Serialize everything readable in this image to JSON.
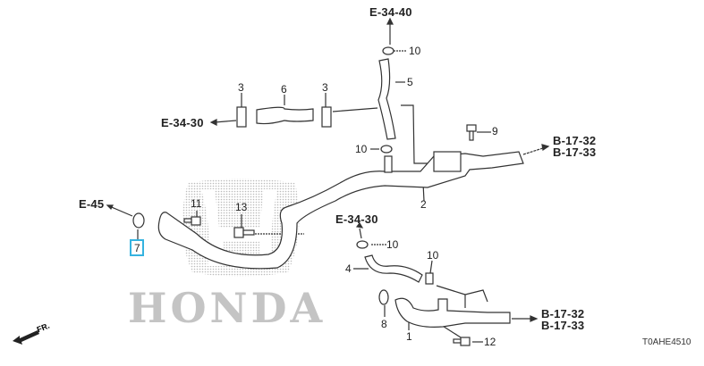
{
  "diagram": {
    "watermark_text": "HONDA",
    "diagram_code": "T0AHE4510",
    "front_indicator": "FR.",
    "highlighted_part": "7",
    "references": {
      "e_34_40": "E-34-40",
      "e_34_30_top": "E-34-30",
      "e_34_30_mid": "E-34-30",
      "e_45": "E-45",
      "b_17_32_top": "B-17-32",
      "b_17_33_top": "B-17-33",
      "b_17_32_bottom": "B-17-32",
      "b_17_33_bottom": "B-17-33"
    },
    "callouts": {
      "p1": "1",
      "p2": "2",
      "p3a": "3",
      "p3b": "3",
      "p4": "4",
      "p5": "5",
      "p6": "6",
      "p7": "7",
      "p8": "8",
      "p9": "9",
      "p10a": "10",
      "p10b": "10",
      "p10c": "10",
      "p10d": "10",
      "p11": "11",
      "p12": "12",
      "p13": "13"
    },
    "colors": {
      "highlight": "#35b3e0",
      "line": "#333333",
      "watermark": "#b8b8b8"
    }
  }
}
